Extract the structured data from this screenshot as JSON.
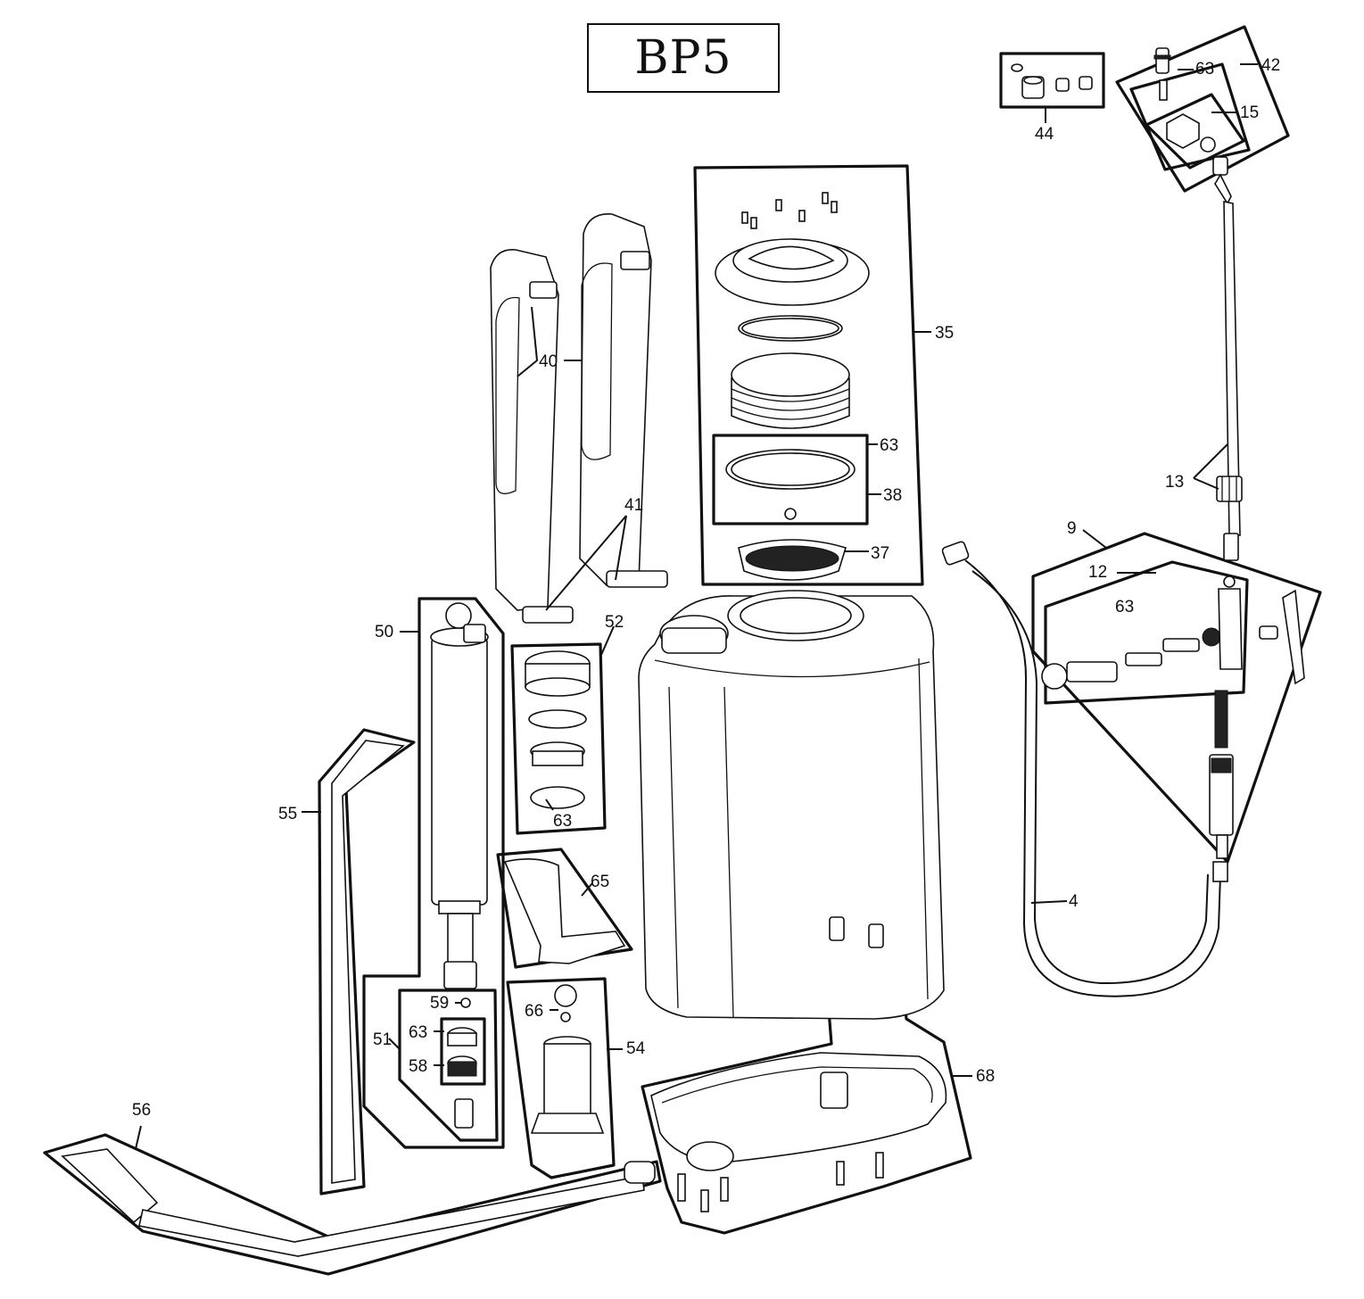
{
  "title": "BP5",
  "callouts": [
    {
      "id": "c42",
      "text": "42"
    },
    {
      "id": "c63a",
      "text": "63"
    },
    {
      "id": "c15",
      "text": "15"
    },
    {
      "id": "c44",
      "text": "44"
    },
    {
      "id": "c35",
      "text": "35"
    },
    {
      "id": "c63b",
      "text": "63"
    },
    {
      "id": "c38",
      "text": "38"
    },
    {
      "id": "c37",
      "text": "37"
    },
    {
      "id": "c40",
      "text": "40"
    },
    {
      "id": "c41",
      "text": "41"
    },
    {
      "id": "c13",
      "text": "13"
    },
    {
      "id": "c9",
      "text": "9"
    },
    {
      "id": "c12",
      "text": "12"
    },
    {
      "id": "c63c",
      "text": "63"
    },
    {
      "id": "c50",
      "text": "50"
    },
    {
      "id": "c52",
      "text": "52"
    },
    {
      "id": "c63d",
      "text": "63"
    },
    {
      "id": "c55",
      "text": "55"
    },
    {
      "id": "c65",
      "text": "65"
    },
    {
      "id": "c4",
      "text": "4"
    },
    {
      "id": "c59",
      "text": "59"
    },
    {
      "id": "c63e",
      "text": "63"
    },
    {
      "id": "c51",
      "text": "51"
    },
    {
      "id": "c58",
      "text": "58"
    },
    {
      "id": "c66",
      "text": "66"
    },
    {
      "id": "c54",
      "text": "54"
    },
    {
      "id": "c68",
      "text": "68"
    },
    {
      "id": "c56",
      "text": "56"
    }
  ]
}
